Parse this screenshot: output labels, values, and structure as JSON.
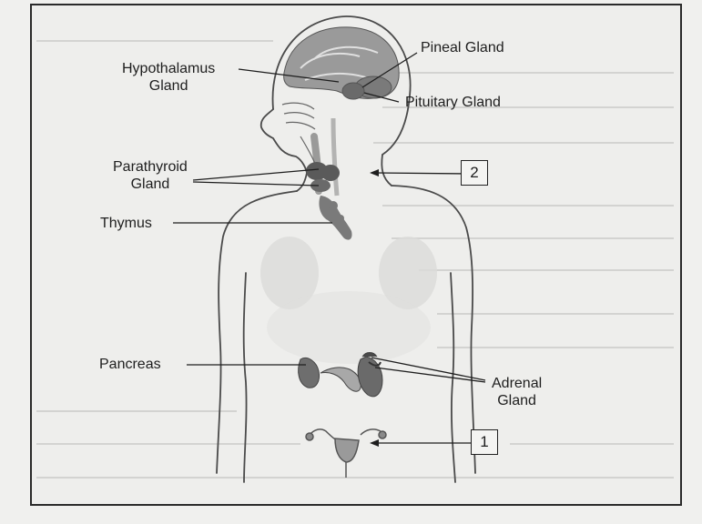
{
  "labels": {
    "hypothalamus": [
      "Hypothalamus",
      "Gland"
    ],
    "pineal": "Pineal Gland",
    "pituitary": "Pituitary Gland",
    "parathyroid": [
      "Parathyroid",
      "Gland"
    ],
    "thymus": "Thymus",
    "pancreas": "Pancreas",
    "adrenal": [
      "Adrenal",
      "Gland"
    ]
  },
  "boxes": {
    "upper": "2",
    "lower": "1"
  },
  "colors": {
    "ink": "#1e1e1e",
    "body_line": "#4a4a4a",
    "organ_fill": "#8a8a8a",
    "background": "#eeeeec"
  }
}
